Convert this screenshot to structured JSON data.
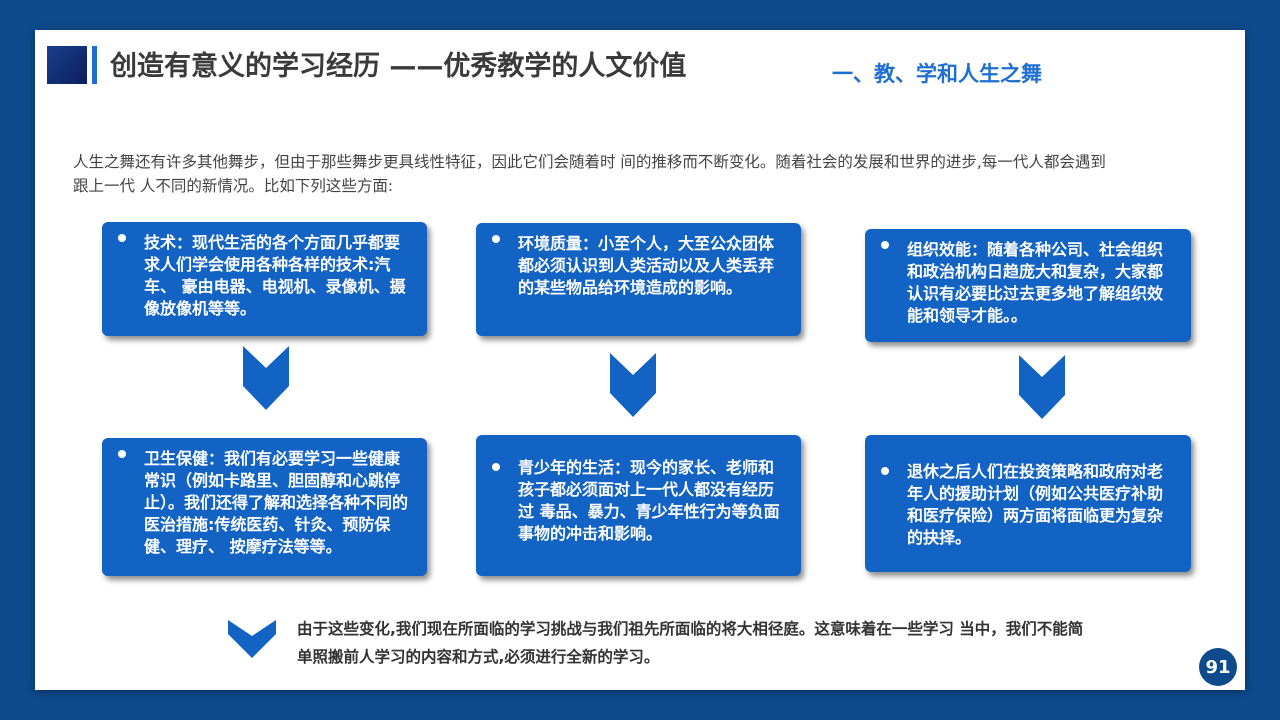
{
  "header": {
    "title": "创造有意义的学习经历 ——优秀教学的人文价值",
    "subtitle": "一、教、学和人生之舞"
  },
  "intro": "人生之舞还有许多其他舞步，但由于那些舞步更具线性特征，因此它们会随着时   间的推移而不断变化。随着社会的发展和世界的进步,每一代人都会遇到跟上一代 人不同的新情况。比如下列这些方面:",
  "cards": {
    "tech": "技术：现代生活的各个方面几乎都要求人们学会使用各种各样的技术:汽车、   豪由电器、电视机、录像机、摄像放像机等等。",
    "env": "环境质量：小至个人，大至公众团体都必须认识到人类活动以及人类丢弃的某些物品给环境造成的影响。",
    "org": "组织效能：随着各种公司、社会组织和政治机构日趋庞大和复杂，大家都认识有必要比过去更多地了解组织效能和领导才能。。",
    "health": "卫生保健：我们有必要学习一些健康常识（例如卡路里、胆固醇和心跳停止）。我们还得了解和选择各种不同的医治措施:传统医药、针灸、预防保健、理疗、 按摩疗法等等。",
    "youth": "青少年的生活：现今的家长、老师和孩子都必须面对上一代人都没有经历过  毒品、暴力、青少年性行为等负面事物的冲击和影响。",
    "retire": "退休之后人们在投资策略和政府对老年人的援助计划（例如公共医疗补助和医疗保险）两方面将面临更为复杂的抉择。"
  },
  "conclusion": "由于这些变化,我们现在所面临的学习挑战与我们祖先所面临的将大相径庭。这意味着在一些学习 当中，我们不能简单照搬前人学习的内容和方式,必须进行全新的学习。",
  "page_number": "91",
  "colors": {
    "frame": "#0e4a8c",
    "card": "#1263c4",
    "accent": "#1f6fd0"
  }
}
